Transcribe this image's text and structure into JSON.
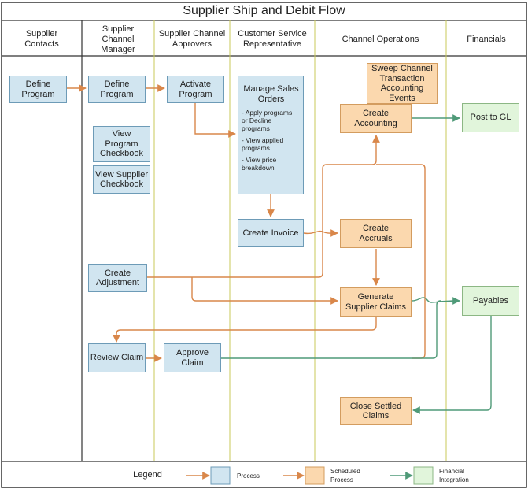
{
  "title": "Supplier Ship and Debit Flow",
  "lanes": [
    {
      "id": "supplier-contacts",
      "label": "Supplier\nContacts"
    },
    {
      "id": "channel-manager",
      "label": "Supplier\nChannel\nManager"
    },
    {
      "id": "channel-approvers",
      "label": "Supplier Channel\nApprovers"
    },
    {
      "id": "csr",
      "label": "Customer Service\nRepresentative"
    },
    {
      "id": "channel-ops",
      "label": "Channel Operations"
    },
    {
      "id": "financials",
      "label": "Financials"
    }
  ],
  "nodes": {
    "define_program_contacts": "Define\nProgram",
    "define_program_manager": "Define\nProgram",
    "activate_program": "Activate\nProgram",
    "manage_sales_orders": {
      "title": "Manage Sales\nOrders",
      "items": [
        "- Apply programs\nor Decline\nprograms",
        "- View applied\nprograms",
        "- View price\nbreakdown"
      ]
    },
    "view_program_checkbook": "View\nProgram\nCheckbook",
    "view_supplier_checkbook": "View Supplier\nCheckbook",
    "sweep_channel": "Sweep Channel\nTransaction\nAccounting\nEvents",
    "create_accounting": "Create\nAccounting",
    "post_to_gl": "Post to GL",
    "create_invoice": "Create Invoice",
    "create_accruals": "Create\nAccruals",
    "create_adjustment": "Create\nAdjustment",
    "generate_supplier_claims": "Generate\nSupplier Claims",
    "payables": "Payables",
    "review_claim": "Review Claim",
    "approve_claim": "Approve\nClaim",
    "close_settled_claims": "Close Settled\nClaims"
  },
  "legend": {
    "title": "Legend",
    "process": "Process",
    "scheduled": "Scheduled\nProcess",
    "financial": "Financial\nIntegration"
  },
  "colors": {
    "process_fill": "#d1e5f0",
    "process_border": "#6d9bb7",
    "scheduled_fill": "#fbd8ae",
    "scheduled_border": "#d39c5f",
    "financial_fill": "#e1f5db",
    "financial_border": "#8cb784",
    "orange_arrow": "#d9874a",
    "green_arrow": "#4f9a78",
    "lane_border": "#c8c85a"
  }
}
